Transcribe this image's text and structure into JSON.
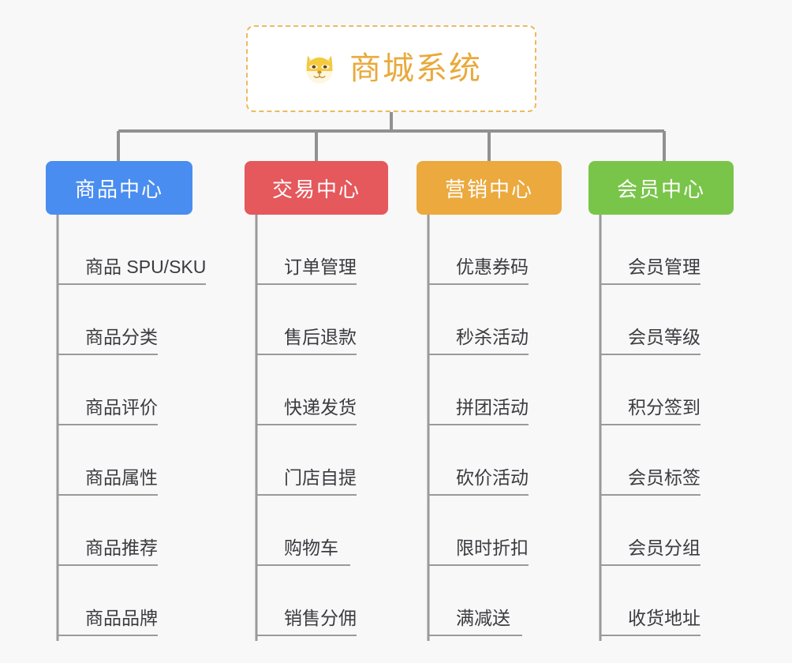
{
  "page": {
    "background_color": "#f8f8f8",
    "type": "organization-chart"
  },
  "root": {
    "title": "商城系统",
    "icon": "shiba-inu-dog-face-icon",
    "title_color": "#e9a93c",
    "border_color": "#edb95e",
    "border_style": "dashed"
  },
  "branches": [
    {
      "label": "商品中心",
      "color": "#4a8df0",
      "items": [
        "商品 SPU/SKU",
        "商品分类",
        "商品评价",
        "商品属性",
        "商品推荐",
        "商品品牌"
      ]
    },
    {
      "label": "交易中心",
      "color": "#e5585c",
      "items": [
        "订单管理",
        "售后退款",
        "快递发货",
        "门店自提",
        "购物车",
        "销售分佣"
      ]
    },
    {
      "label": "营销中心",
      "color": "#eba93e",
      "items": [
        "优惠券码",
        "秒杀活动",
        "拼团活动",
        "砍价活动",
        "限时折扣",
        "满减送"
      ]
    },
    {
      "label": "会员中心",
      "color": "#79c54a",
      "items": [
        "会员管理",
        "会员等级",
        "积分签到",
        "会员标签",
        "会员分组",
        "收货地址"
      ]
    }
  ],
  "connector": {
    "color": "#919191"
  }
}
